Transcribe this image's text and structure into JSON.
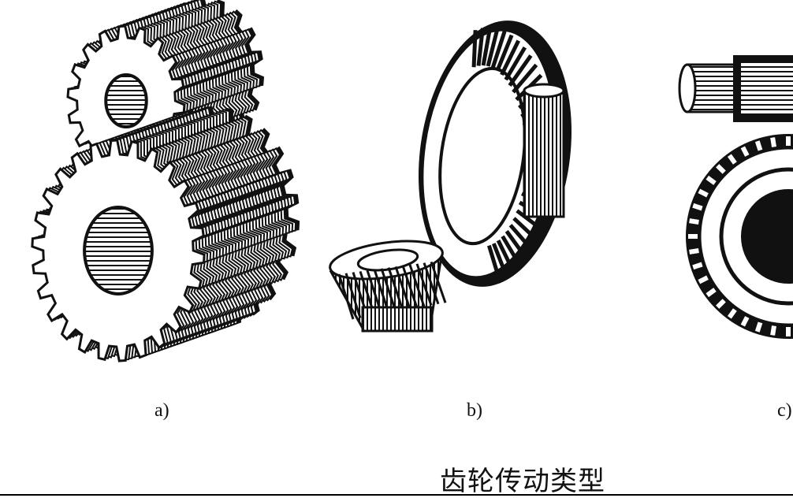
{
  "captions": {
    "a": "a)",
    "b": "b)",
    "c": "c)"
  },
  "title": "齿轮传动类型",
  "colors": {
    "ink": "#111111",
    "paper": "#ffffff"
  },
  "illustrations": [
    {
      "id": "a",
      "icon": "spur-gear-pair-icon"
    },
    {
      "id": "b",
      "icon": "bevel-gear-pair-icon"
    },
    {
      "id": "c",
      "icon": "worm-gear-icon"
    }
  ]
}
